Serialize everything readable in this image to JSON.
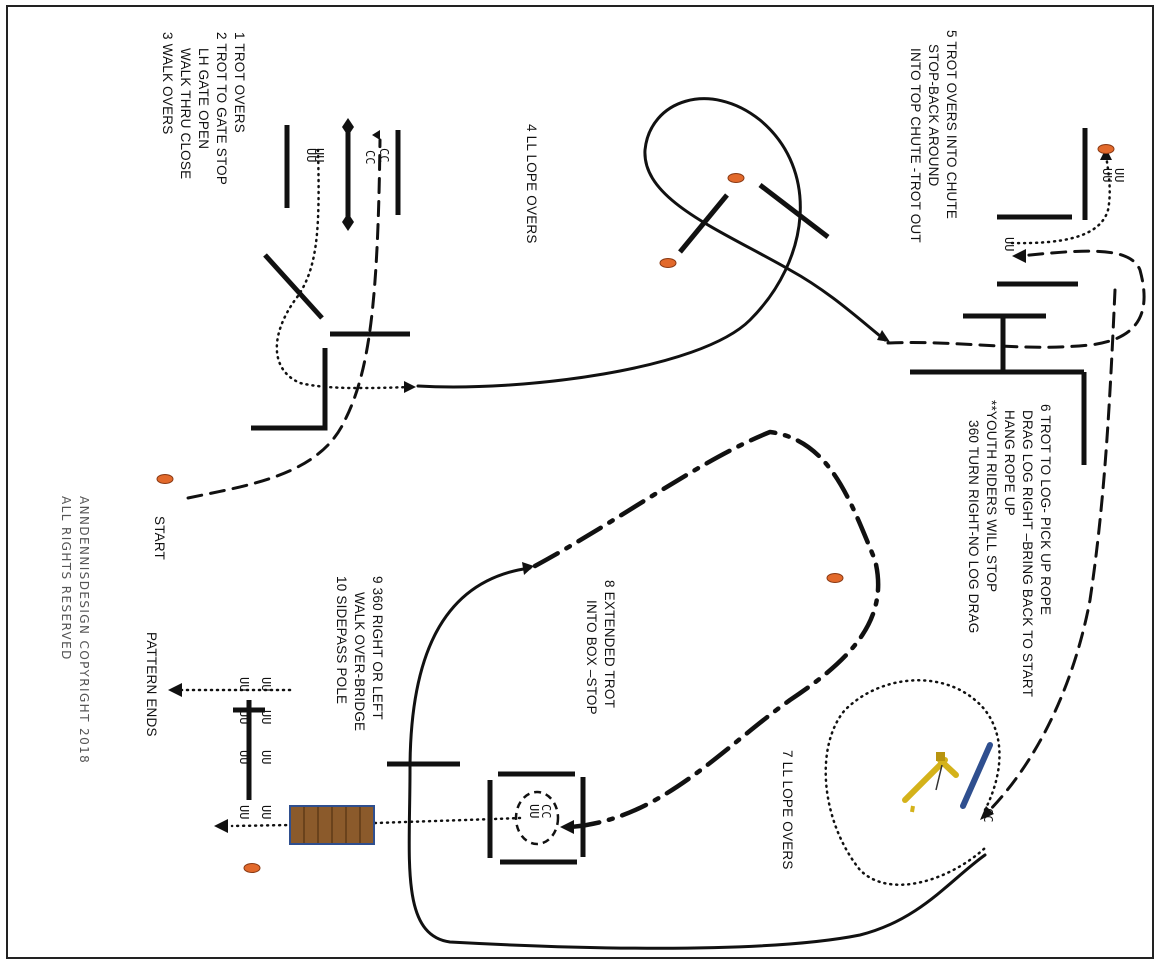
{
  "steps": {
    "s1": "1 TROT OVERS",
    "s2a": "2 TROT TO GATE STOP",
    "s2b": "LH GATE OPEN",
    "s2c": "WALK THRU CLOSE",
    "s3": "3 WALK OVERS",
    "s4": "4 LL LOPE OVERS",
    "s5a": "5 TROT OVERS  INTO CHUTE",
    "s5b": "STOP-BACK AROUND",
    "s5c": "INTO TOP CHUTE  -TROT OUT",
    "s6a": "6 TROT TO LOG-  PICK UP ROPE",
    "s6b": "DRAG LOG RIGHT –BRING BACK TO START",
    "s6c": "HANG  ROPE UP",
    "s6d": "**YOUTH RIDERS WILL STOP",
    "s6e": "360 TURN RIGHT-NO LOG DRAG",
    "s7": "7 LL LOPE OVERS",
    "s8a": "8 EXTENDED TROT",
    "s8b": "INTO BOX –STOP",
    "s9a": "9 360 RIGHT OR LEFT",
    "s9b": "WALK OVER-BRIDGE",
    "s10": "10 SIDEPASS POLE"
  },
  "labels": {
    "start": "START",
    "pattern_ends": "PATTERN ENDS"
  },
  "copyright": {
    "line1": "ANNDENNISDESIGN COPYRIGHT 2018",
    "line2": "ALL RIGHTS RESERVED"
  },
  "marks": {
    "uu": "UU",
    "u": "U",
    "cc": "CC",
    "c": "C"
  },
  "colors": {
    "cone": "#e2692b",
    "bridge": "#8b5a2b",
    "log_pole": "#2f4f8f",
    "rope_hanger": "#d4b21a"
  }
}
